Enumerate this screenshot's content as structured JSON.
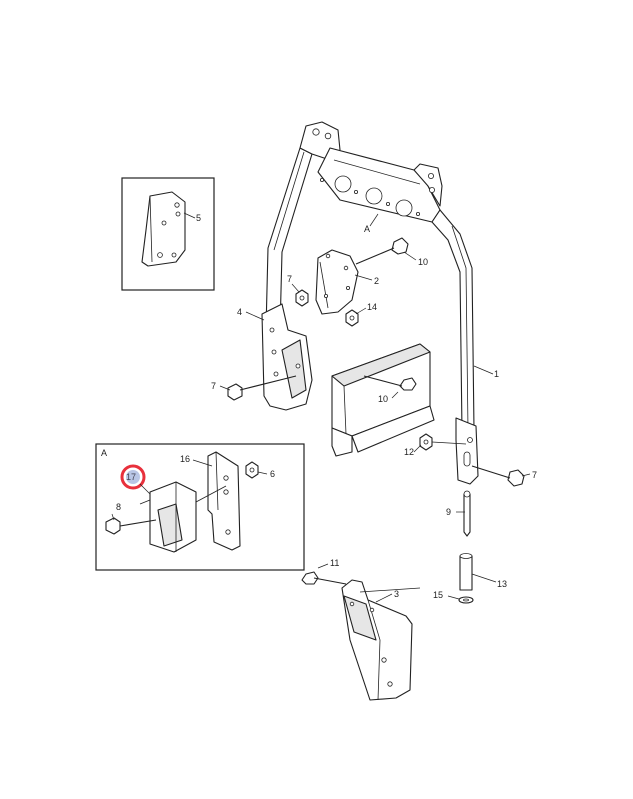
{
  "callouts": {
    "c1": "1",
    "c2": "2",
    "c3": "3",
    "c4": "4",
    "c5": "5",
    "c6": "6",
    "c7a": "7",
    "c7b": "7",
    "c7c": "7",
    "c8": "8",
    "c9": "9",
    "c10a": "10",
    "c10b": "10",
    "c11": "11",
    "c12": "12",
    "c13": "13",
    "c14": "14",
    "c15": "15",
    "c16": "16",
    "c17": "17"
  },
  "detail_marker": "A",
  "detail_box_label": "A",
  "highlight_color": "#e8303c",
  "highlight_fill": "#b9c6e6"
}
